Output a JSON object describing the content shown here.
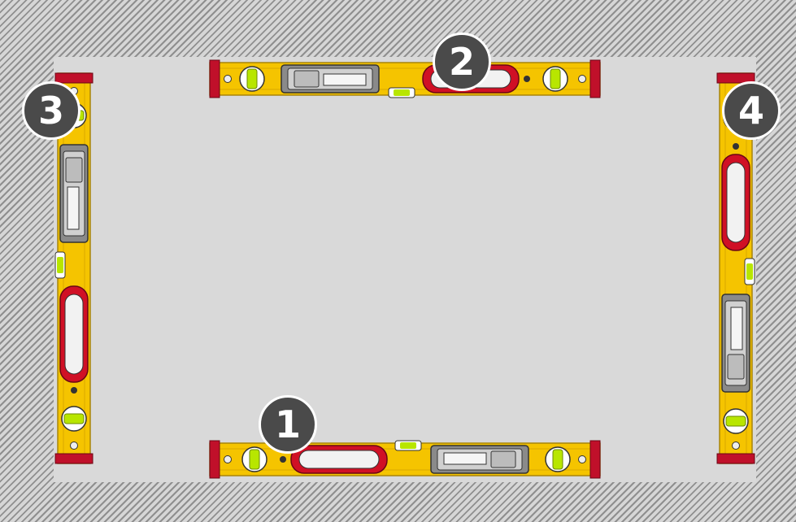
{
  "figure": {
    "colors": {
      "level_body": "#f5c400",
      "level_edge": "#a8850a",
      "end_cap": "#c0102a",
      "handle": "#d01025",
      "display_housing": "#8a8a8a",
      "vial": "#b8e600",
      "wall_background": "#d9d9d9",
      "badge": "#4a4a4a"
    },
    "markers": [
      {
        "label": "1",
        "position": "bottom"
      },
      {
        "label": "2",
        "position": "top"
      },
      {
        "label": "3",
        "position": "left"
      },
      {
        "label": "4",
        "position": "right"
      }
    ]
  }
}
